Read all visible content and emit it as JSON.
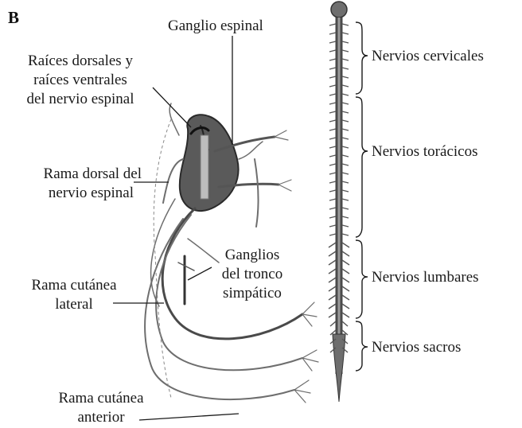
{
  "panel_letter": "B",
  "nerve_labels": {
    "ganglio_espinal": "Ganglio espinal",
    "raices_line1": "Raíces dorsales y",
    "raices_line2": "raíces ventrales",
    "raices_line3": "del nervio espinal",
    "rama_dorsal_line1": "Rama dorsal del",
    "rama_dorsal_line2": "nervio espinal",
    "ganglios_line1": "Ganglios",
    "ganglios_line2": "del tronco",
    "ganglios_line3": "simpático",
    "cutanea_lateral_line1": "Rama cutánea",
    "cutanea_lateral_line2": "lateral",
    "cutanea_anterior_line1": "Rama cutánea",
    "cutanea_anterior_line2": "anterior"
  },
  "spine_regions": {
    "cervicales": "Nervios cervicales",
    "toracicos": "Nervios torácicos",
    "lumbares": "Nervios lumbares",
    "sacros": "Nervios sacros"
  },
  "colors": {
    "ink": "#1a1a1a",
    "ganglion_fill": "#5a5a5a",
    "nerve_gray": "#6e6e6e",
    "light_gray": "#bdbdbd"
  }
}
